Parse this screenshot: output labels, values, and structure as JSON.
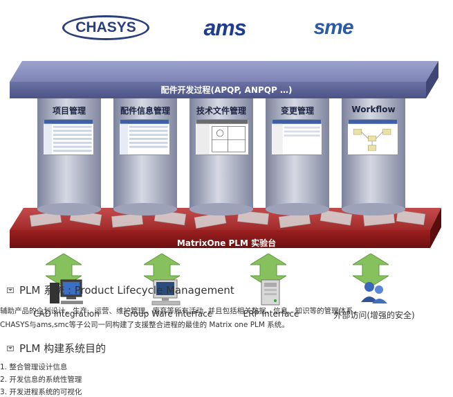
{
  "logos": {
    "chasys": "CHASYS",
    "ams": "ams",
    "sme": "sme"
  },
  "diagram": {
    "top_title": "配件开发过程(APQP, ANPQP …)",
    "pillars": [
      {
        "label": "项目管理"
      },
      {
        "label": "配件信息管理"
      },
      {
        "label": "技术文件管理"
      },
      {
        "label": "变更管理"
      },
      {
        "label": "Workflow"
      }
    ],
    "base_title": "MatrixOne PLM 实验台",
    "systems": [
      {
        "label": "CAD Integration"
      },
      {
        "label": "Group Ware Interface"
      },
      {
        "label": "ERP Interface"
      },
      {
        "label": "外部访问(增强的安全)"
      }
    ]
  },
  "section1": {
    "title": "PLM 系统 : Product Lifecycle Management",
    "lines": [
      "辅助产品的企划设计、生产、运营、维护管理、废弃等所有活动. 并且包括相关数据、信息、知识等的管理体系。",
      "CHASYS与ams,smc等子公司一同构建了支援整合进程的最佳的 Matrix one PLM 系统。"
    ]
  },
  "section2": {
    "title": "PLM 构建系统目的",
    "items": [
      "1. 整合管理设计信息",
      "2. 开发信息的系统性管理",
      "3. 开发进程系统的可视化"
    ]
  },
  "colors": {
    "top_slab": "#6f76a8",
    "base_slab": "#8e1d1d",
    "pillar": "#a9aec2",
    "arrow": "#7fb85a"
  }
}
